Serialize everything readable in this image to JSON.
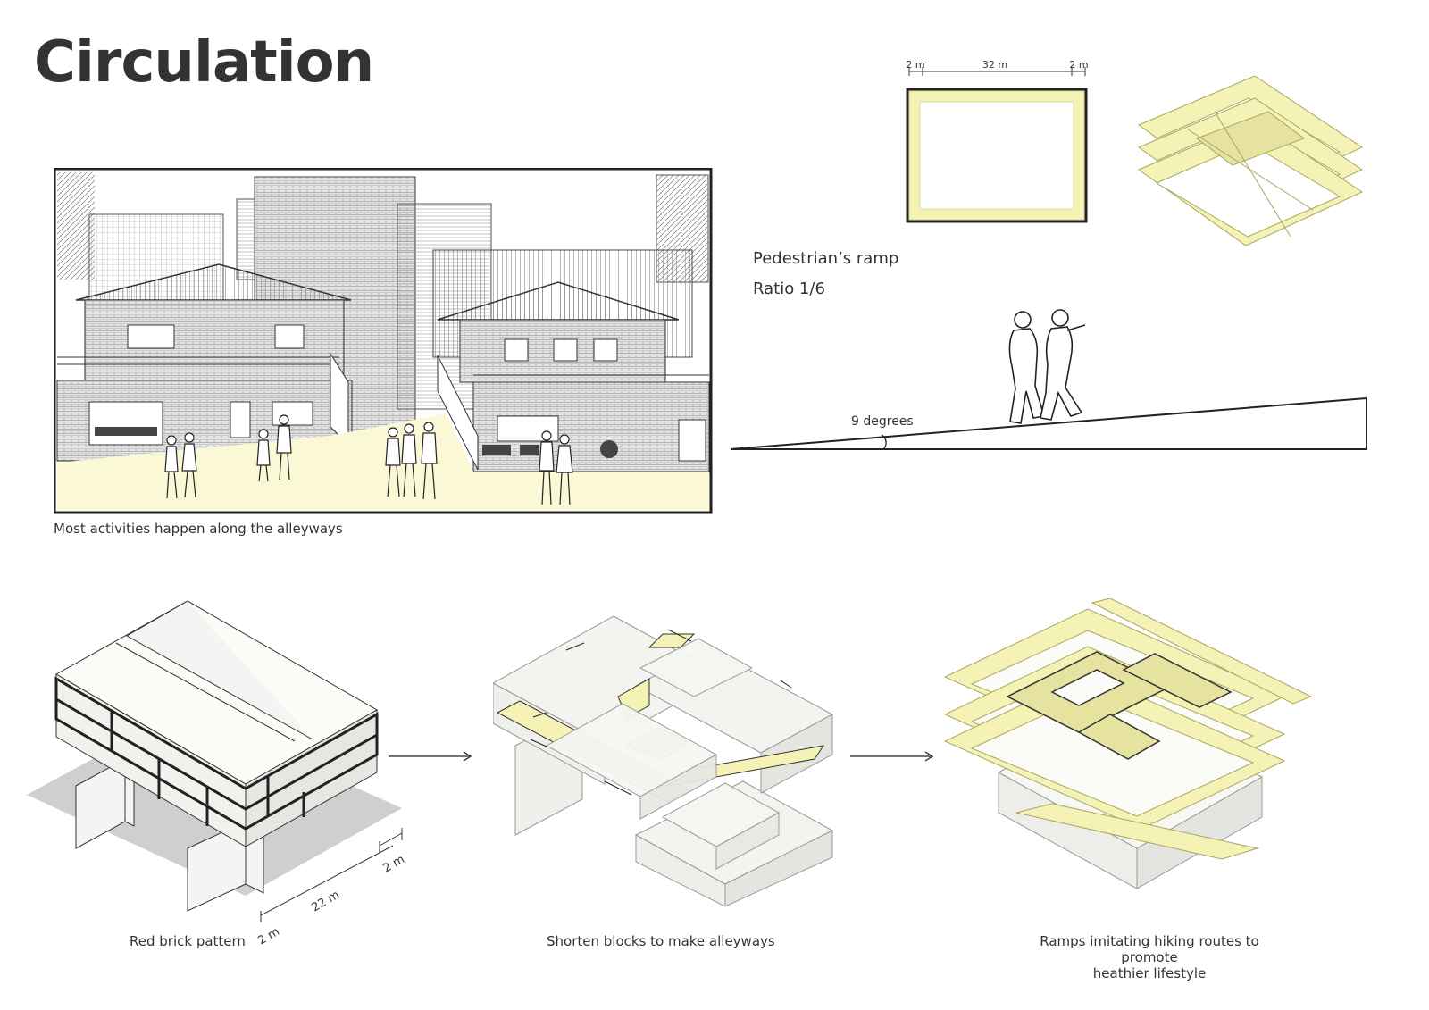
{
  "page": {
    "title": "Circulation"
  },
  "street_view": {
    "caption": "Most activities happen along the alleyways"
  },
  "ramp": {
    "plan_dimensions": [
      "2 m",
      "32 m",
      "2 m"
    ],
    "label": "Pedestrian’s ramp",
    "ratio": "Ratio  1/6",
    "angle": "9 degrees"
  },
  "steps": [
    {
      "caption": "Red brick pattern",
      "dims": [
        "2 m",
        "22 m",
        "2 m"
      ]
    },
    {
      "caption": "Shorten blocks to make alleyways"
    },
    {
      "caption_line1": "Ramps imitating hiking routes to promote",
      "caption_line2": "heathier lifestyle"
    }
  ],
  "colors": {
    "ramp_yellow": "#f4f2b4",
    "ramp_stroke": "#c9c67a",
    "ink": "#333333",
    "ground": "#fbf8d6",
    "shadow": "#c8c8c8"
  }
}
